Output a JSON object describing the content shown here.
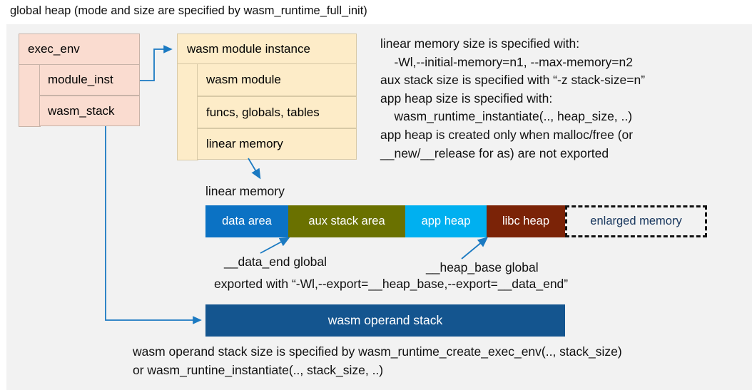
{
  "caption": "global heap (mode and size are specified by wasm_runtime_full_init)",
  "exec_env": {
    "title": "exec_env",
    "fields": [
      {
        "label": "module_inst"
      },
      {
        "label": "wasm_stack"
      }
    ]
  },
  "module_instance": {
    "title": "wasm module instance",
    "rows": [
      {
        "label": "wasm module"
      },
      {
        "label": "funcs, globals, tables"
      },
      {
        "label": "linear memory"
      }
    ]
  },
  "notes_right": "linear memory size is specified with:\n    -Wl,--initial-memory=n1, --max-memory=n2\naux stack size is specified with “-z stack-size=n”\napp heap size is specified with:\n    wasm_runtime_instantiate(.., heap_size, ..)\napp heap is created only when malloc/free (or\n__new/__release for as) are not exported",
  "linear_memory": {
    "label": "linear memory",
    "segments": [
      {
        "label": "data area",
        "color": "#0b72c4",
        "width": 116
      },
      {
        "label": "aux stack area",
        "color": "#6a7100",
        "width": 164
      },
      {
        "label": "app heap",
        "color": "#00b0f0",
        "width": 114
      },
      {
        "label": "libc heap",
        "color": "#7b2307",
        "width": 110
      },
      {
        "label": "enlarged memory",
        "color": "dashed",
        "width": 199
      }
    ]
  },
  "annotations": {
    "data_end": "__data_end global",
    "heap_base": "__heap_base global",
    "exported": "exported with “-Wl,--export=__heap_base,--export=__data_end”"
  },
  "operand_stack": {
    "label": "wasm operand stack",
    "color": "#14558f"
  },
  "notes_bottom": "wasm operand stack size is specified by wasm_runtime_create_exec_env(.., stack_size)\nor wasm_runtine_instantiate(.., stack_size, ..)",
  "colors": {
    "canvas": "#f2f2f2",
    "exec_env_fill": "#fadcd0",
    "module_instance_fill": "#fdecc8",
    "connector": "#1b7ac2",
    "enlarged_text": "#17365d"
  }
}
